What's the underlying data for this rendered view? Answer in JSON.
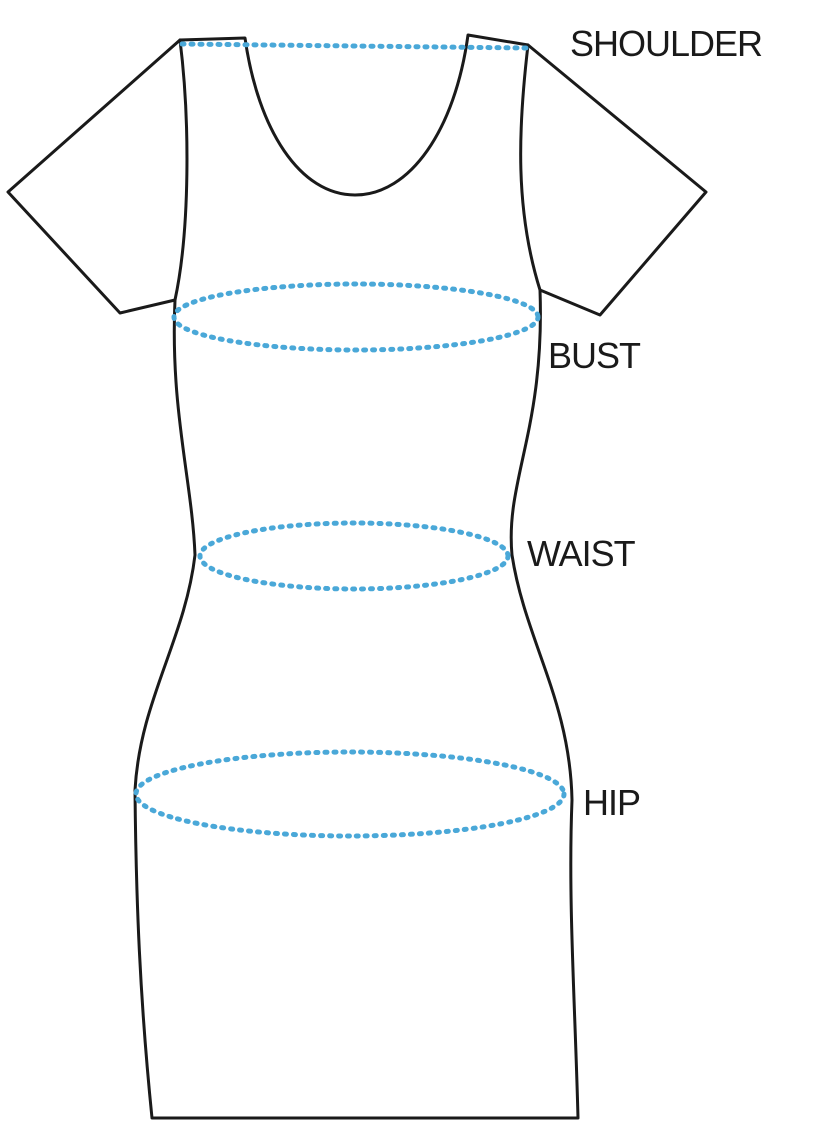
{
  "labels": {
    "shoulder": "SHOULDER",
    "bust": "BUST",
    "waist": "WAIST",
    "hip": "HIP"
  },
  "colors": {
    "outline": "#1a1a1a",
    "measure_line": "#4aa8d8",
    "background": "#ffffff"
  }
}
